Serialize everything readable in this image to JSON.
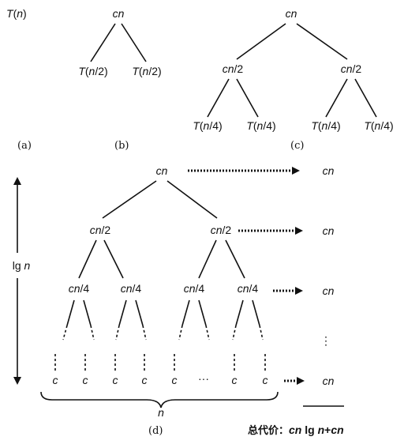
{
  "diagram_a": {
    "label": "(a)",
    "node": {
      "func": "T",
      "open": "(",
      "arg": "n",
      "close": ")"
    }
  },
  "diagram_b": {
    "label": "(b)",
    "root": "cn",
    "left": {
      "func": "T",
      "open": "(",
      "arg": "n",
      "rest": "/2)"
    },
    "right": {
      "func": "T",
      "open": "(",
      "arg": "n",
      "rest": "/2)"
    }
  },
  "diagram_c": {
    "label": "(c)",
    "root": "cn",
    "mid_left": {
      "var": "cn",
      "rest": "/2"
    },
    "mid_right": {
      "var": "cn",
      "rest": "/2"
    },
    "leaves": [
      {
        "func": "T",
        "open": "(",
        "arg": "n",
        "rest": "/4)"
      },
      {
        "func": "T",
        "open": "(",
        "arg": "n",
        "rest": "/4)"
      },
      {
        "func": "T",
        "open": "(",
        "arg": "n",
        "rest": "/4)"
      },
      {
        "func": "T",
        "open": "(",
        "arg": "n",
        "rest": "/4)"
      }
    ]
  },
  "diagram_d": {
    "label": "(d)",
    "root": "cn",
    "level1": [
      {
        "var": "cn",
        "rest": "/2"
      },
      {
        "var": "cn",
        "rest": "/2"
      }
    ],
    "level2": [
      {
        "var": "cn",
        "rest": "/4"
      },
      {
        "var": "cn",
        "rest": "/4"
      },
      {
        "var": "cn",
        "rest": "/4"
      },
      {
        "var": "cn",
        "rest": "/4"
      }
    ],
    "leaves": [
      "c",
      "c",
      "c",
      "c",
      "c",
      "c",
      "c"
    ],
    "ellipsis": "···",
    "height_label": {
      "rm": "lg ",
      "it": "n"
    },
    "width_label": "n",
    "level_costs": [
      "cn",
      "cn",
      "cn",
      "cn"
    ],
    "vertical_dots": "⋮",
    "total": {
      "prefix": "总代价：",
      "cn1": "cn",
      "lg": " lg ",
      "n": "n",
      "plus": "+",
      "cn2": "cn"
    }
  }
}
